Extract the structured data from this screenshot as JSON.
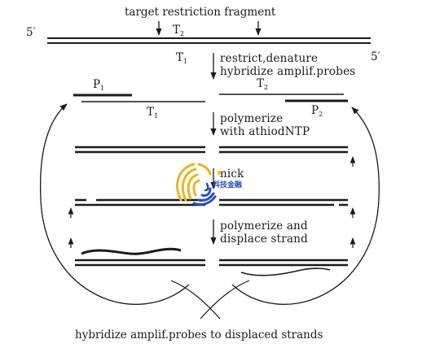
{
  "labels": {
    "title": "target restriction fragment",
    "five_prime_left": "5′",
    "five_prime_right": "5′",
    "t_label": "T",
    "p_label": "P",
    "sub_1": "1",
    "sub_2": "2"
  },
  "steps": {
    "restrict_line1": "restrict,denature",
    "restrict_line2": "hybridize amplif.probes",
    "polymerize_line1": "polymerize",
    "polymerize_line2": "with athiodNTP",
    "nick": "nick",
    "displace_line1": "polymerize and",
    "displace_line2": "displace strand"
  },
  "caption": "hybridize amplif.probes to displaced strands",
  "watermark": {
    "text": "科技金融"
  },
  "colors": {
    "ink": "#1a1a1a",
    "watermark_gold": "#e8b624",
    "watermark_blue": "#2b4fb6"
  }
}
